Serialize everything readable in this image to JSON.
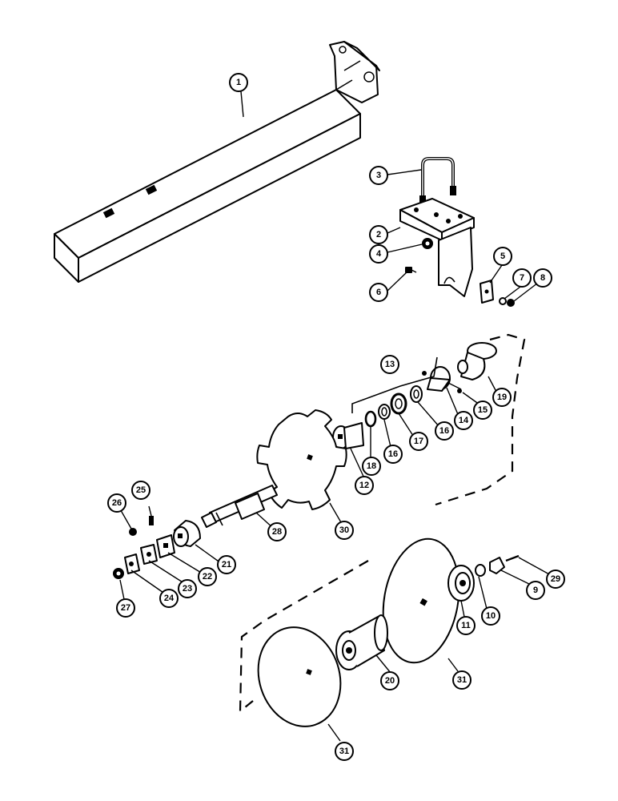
{
  "callouts": [
    {
      "id": "c1",
      "label": "1"
    },
    {
      "id": "c2",
      "label": "2"
    },
    {
      "id": "c3",
      "label": "3"
    },
    {
      "id": "c4",
      "label": "4"
    },
    {
      "id": "c5",
      "label": "5"
    },
    {
      "id": "c6",
      "label": "6"
    },
    {
      "id": "c7",
      "label": "7"
    },
    {
      "id": "c8",
      "label": "8"
    },
    {
      "id": "c9",
      "label": "9"
    },
    {
      "id": "c10",
      "label": "10"
    },
    {
      "id": "c11",
      "label": "11"
    },
    {
      "id": "c12",
      "label": "12"
    },
    {
      "id": "c13",
      "label": "13"
    },
    {
      "id": "c14",
      "label": "14"
    },
    {
      "id": "c15",
      "label": "15"
    },
    {
      "id": "c16a",
      "label": "16"
    },
    {
      "id": "c16b",
      "label": "16"
    },
    {
      "id": "c17",
      "label": "17"
    },
    {
      "id": "c18",
      "label": "18"
    },
    {
      "id": "c19",
      "label": "19"
    },
    {
      "id": "c20",
      "label": "20"
    },
    {
      "id": "c21",
      "label": "21"
    },
    {
      "id": "c22",
      "label": "22"
    },
    {
      "id": "c23",
      "label": "23"
    },
    {
      "id": "c24",
      "label": "24"
    },
    {
      "id": "c25",
      "label": "25"
    },
    {
      "id": "c26",
      "label": "26"
    },
    {
      "id": "c27",
      "label": "27"
    },
    {
      "id": "c28",
      "label": "28"
    },
    {
      "id": "c29",
      "label": "29"
    },
    {
      "id": "c30",
      "label": "30"
    },
    {
      "id": "c31a",
      "label": "31"
    },
    {
      "id": "c31b",
      "label": "31"
    }
  ]
}
